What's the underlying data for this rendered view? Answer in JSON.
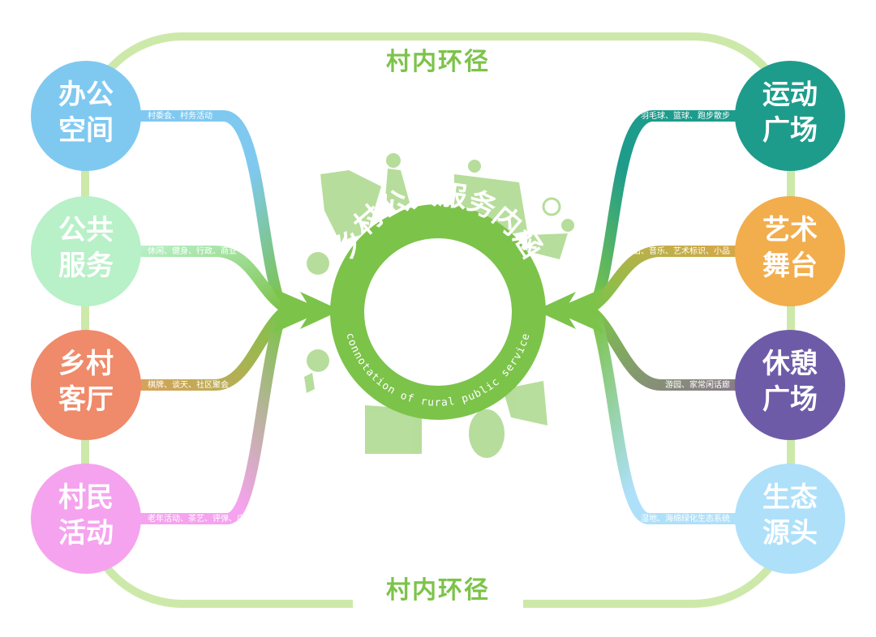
{
  "loop_label_top": "村内环径",
  "loop_label_bottom": "村内环径",
  "center_title": "乡村公共服务内涵",
  "center_subtitle": "connotation of rural public service",
  "colors": {
    "loop": "#cde9a9",
    "center_green": "#7cc34a",
    "arrow": "#7cc34a"
  },
  "left_nodes": [
    {
      "line1": "办公",
      "line2": "空间",
      "color": "#7fc9f1",
      "branch": "村委会、村务活动",
      "branch_color": "#7fc9f1"
    },
    {
      "line1": "公共",
      "line2": "服务",
      "color": "#b8f0c8",
      "branch": "休闲、健身、行政、商业",
      "branch_color": "#b8f0c8"
    },
    {
      "line1": "乡村",
      "line2": "客厅",
      "color": "#ef8a6a",
      "branch": "棋牌、谈天、社区聚会",
      "branch_color": "#d7a25a"
    },
    {
      "line1": "村民",
      "line2": "活动",
      "color": "#f5a3ee",
      "branch": "老年活动、茶艺、评弹、广场舞",
      "branch_color": "#f5a3ee"
    }
  ],
  "right_nodes": [
    {
      "line1": "运动",
      "line2": "广场",
      "color": "#1d9c8c",
      "branch": "乒乓球、羽毛球、篮球、跑步散步",
      "branch_color": "#1d9c8c"
    },
    {
      "line1": "艺术",
      "line2": "舞台",
      "color": "#f2ad4c",
      "branch": "演出、音乐、艺术标识、小品",
      "branch_color": "#d8a748"
    },
    {
      "line1": "休憩",
      "line2": "广场",
      "color": "#6e5ba8",
      "branch": "游园、家常闲话廊",
      "branch_color": "#8a7a8a"
    },
    {
      "line1": "生态",
      "line2": "源头",
      "color": "#aee0fa",
      "branch": "湿地、海绵绿化生态系统",
      "branch_color": "#aee0fa"
    }
  ]
}
